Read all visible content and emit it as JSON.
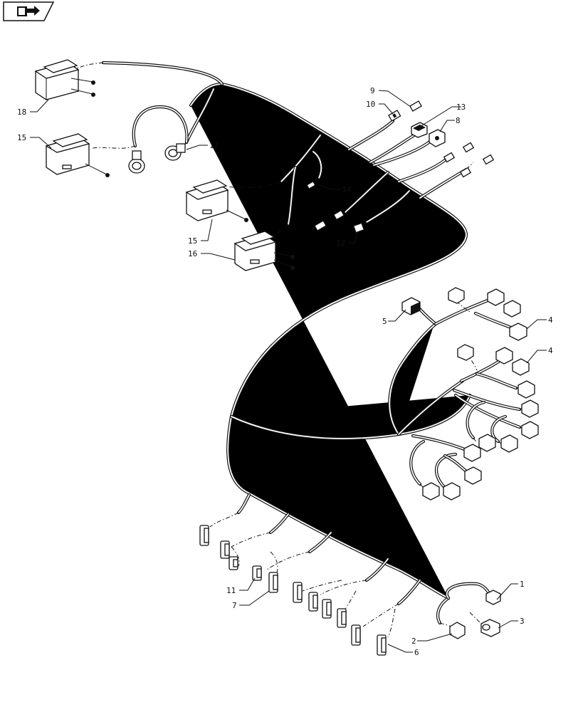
{
  "nav": {
    "icon": "page-return-icon"
  },
  "callouts": [
    {
      "id": "c9",
      "label": "9"
    },
    {
      "id": "c10",
      "label": "10"
    },
    {
      "id": "c13",
      "label": "13"
    },
    {
      "id": "c8",
      "label": "8"
    },
    {
      "id": "c18",
      "label": "18"
    },
    {
      "id": "c15a",
      "label": "15"
    },
    {
      "id": "c17",
      "label": "17"
    },
    {
      "id": "c14",
      "label": "14"
    },
    {
      "id": "c15b",
      "label": "15"
    },
    {
      "id": "c16",
      "label": "16"
    },
    {
      "id": "c12",
      "label": "12"
    },
    {
      "id": "c5",
      "label": "5"
    },
    {
      "id": "c4a",
      "label": "4"
    },
    {
      "id": "c4b",
      "label": "4"
    },
    {
      "id": "c1",
      "label": "1"
    },
    {
      "id": "c3",
      "label": "3"
    },
    {
      "id": "c11",
      "label": "11"
    },
    {
      "id": "c7",
      "label": "7"
    },
    {
      "id": "c2",
      "label": "2"
    },
    {
      "id": "c6",
      "label": "6"
    }
  ]
}
